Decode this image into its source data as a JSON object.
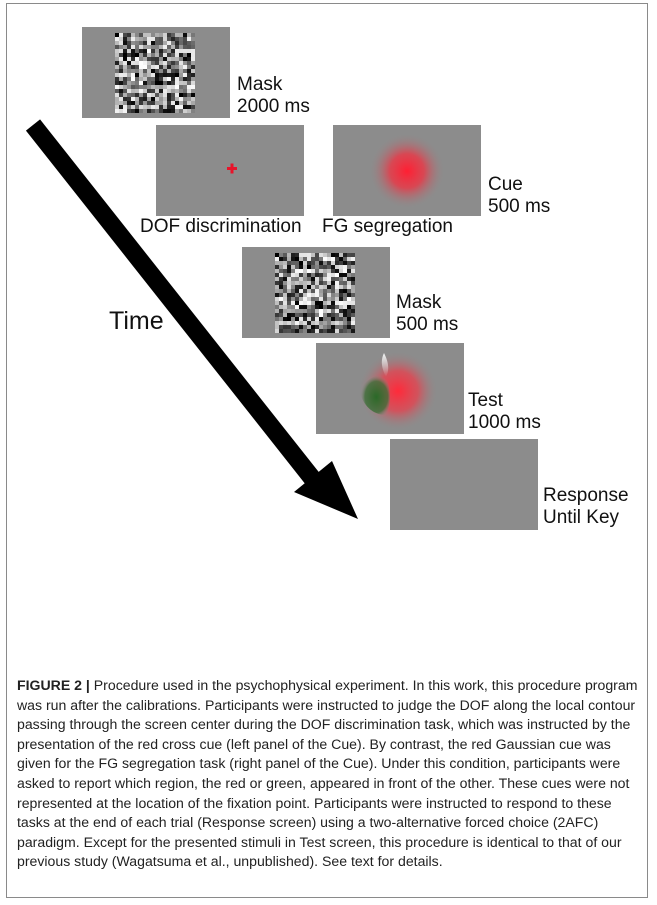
{
  "figure": {
    "time_label": "Time",
    "panels": {
      "mask1": {
        "label_line1": "Mask",
        "label_line2": "2000 ms"
      },
      "cue_dof": {
        "label": "DOF discrimination"
      },
      "cue_fg": {
        "label": "FG segregation"
      },
      "cue": {
        "label_line1": "Cue",
        "label_line2": "500 ms"
      },
      "mask2": {
        "label_line1": "Mask",
        "label_line2": "500 ms"
      },
      "test": {
        "label_line1": "Test",
        "label_line2": "1000 ms"
      },
      "response": {
        "label_line1": "Response",
        "label_line2": "Until Key"
      }
    },
    "colors": {
      "panel_gray": "#8c8c8c",
      "cross_red": "#e8132a",
      "blob_red": "#ff2a3a",
      "blob_green": "#2f6a2c",
      "arrow": "#000000"
    }
  },
  "caption": {
    "figure_number": "FIGURE 2 |",
    "text": " Procedure used in the psychophysical experiment. In this work, this procedure program was run after the calibrations. Participants were instructed to judge the DOF along the local contour passing through the screen center during the DOF discrimination task, which was instructed by the presentation of the red cross cue (left panel of the Cue). By contrast, the red Gaussian cue was given for the FG segregation task (right panel of the Cue). Under this condition, participants were asked to report which region, the red or green, appeared in front of the other. These cues were not represented at the location of the fixation point. Participants were instructed to respond to these tasks at the end of each trial (Response screen) using a two-alternative forced choice (2AFC) paradigm. Except for the presented stimuli in Test screen, this procedure is identical to that of our previous study (Wagatsuma et al., unpublished). See text for details."
  }
}
